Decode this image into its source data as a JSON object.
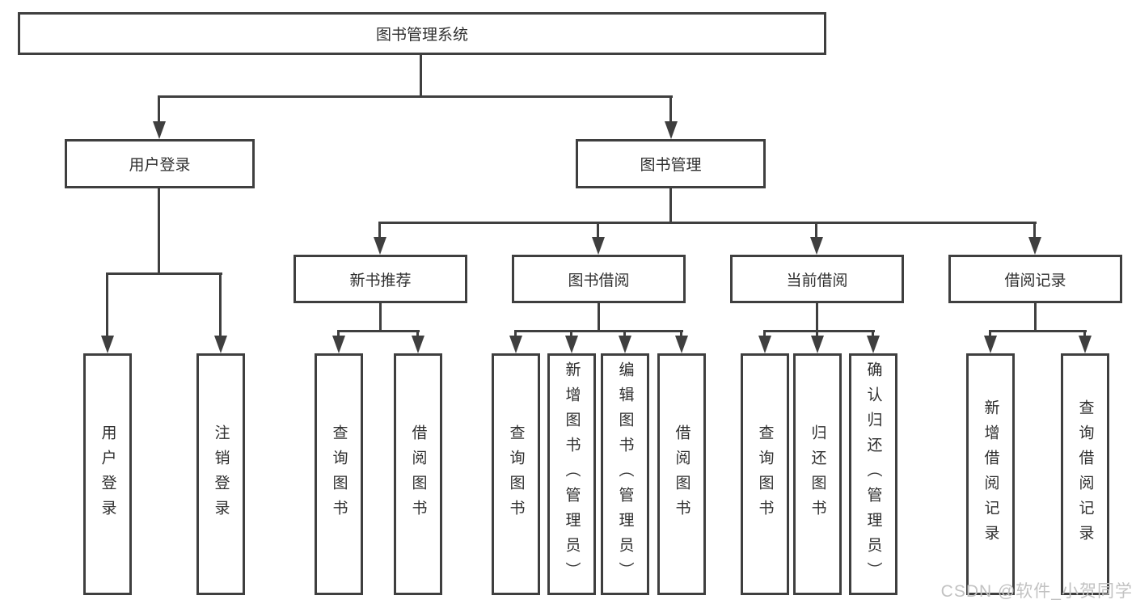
{
  "tree": {
    "root": {
      "label": "图书管理系统"
    },
    "branches": [
      {
        "label": "用户登录",
        "children": [
          {
            "label": "用户登录"
          },
          {
            "label": "注销登录"
          }
        ]
      },
      {
        "label": "图书管理",
        "children": [
          {
            "label": "新书推荐",
            "children": [
              {
                "label": "查询图书"
              },
              {
                "label": "借阅图书"
              }
            ]
          },
          {
            "label": "图书借阅",
            "children": [
              {
                "label": "查询图书"
              },
              {
                "label": "新增图书（管理员）"
              },
              {
                "label": "编辑图书（管理员）"
              },
              {
                "label": "借阅图书"
              }
            ]
          },
          {
            "label": "当前借阅",
            "children": [
              {
                "label": "查询图书"
              },
              {
                "label": "归还图书"
              },
              {
                "label": "确认归还（管理员）"
              }
            ]
          },
          {
            "label": "借阅记录",
            "children": [
              {
                "label": "新增借阅记录"
              },
              {
                "label": "查询借阅记录"
              }
            ]
          }
        ]
      }
    ]
  },
  "watermark": {
    "text": "CSDN @软件_小贺同学"
  },
  "colors": {
    "line": "#3f3f3f",
    "text": "#2f2f2f",
    "background": "#ffffff",
    "watermark": "#c2c2c2"
  }
}
